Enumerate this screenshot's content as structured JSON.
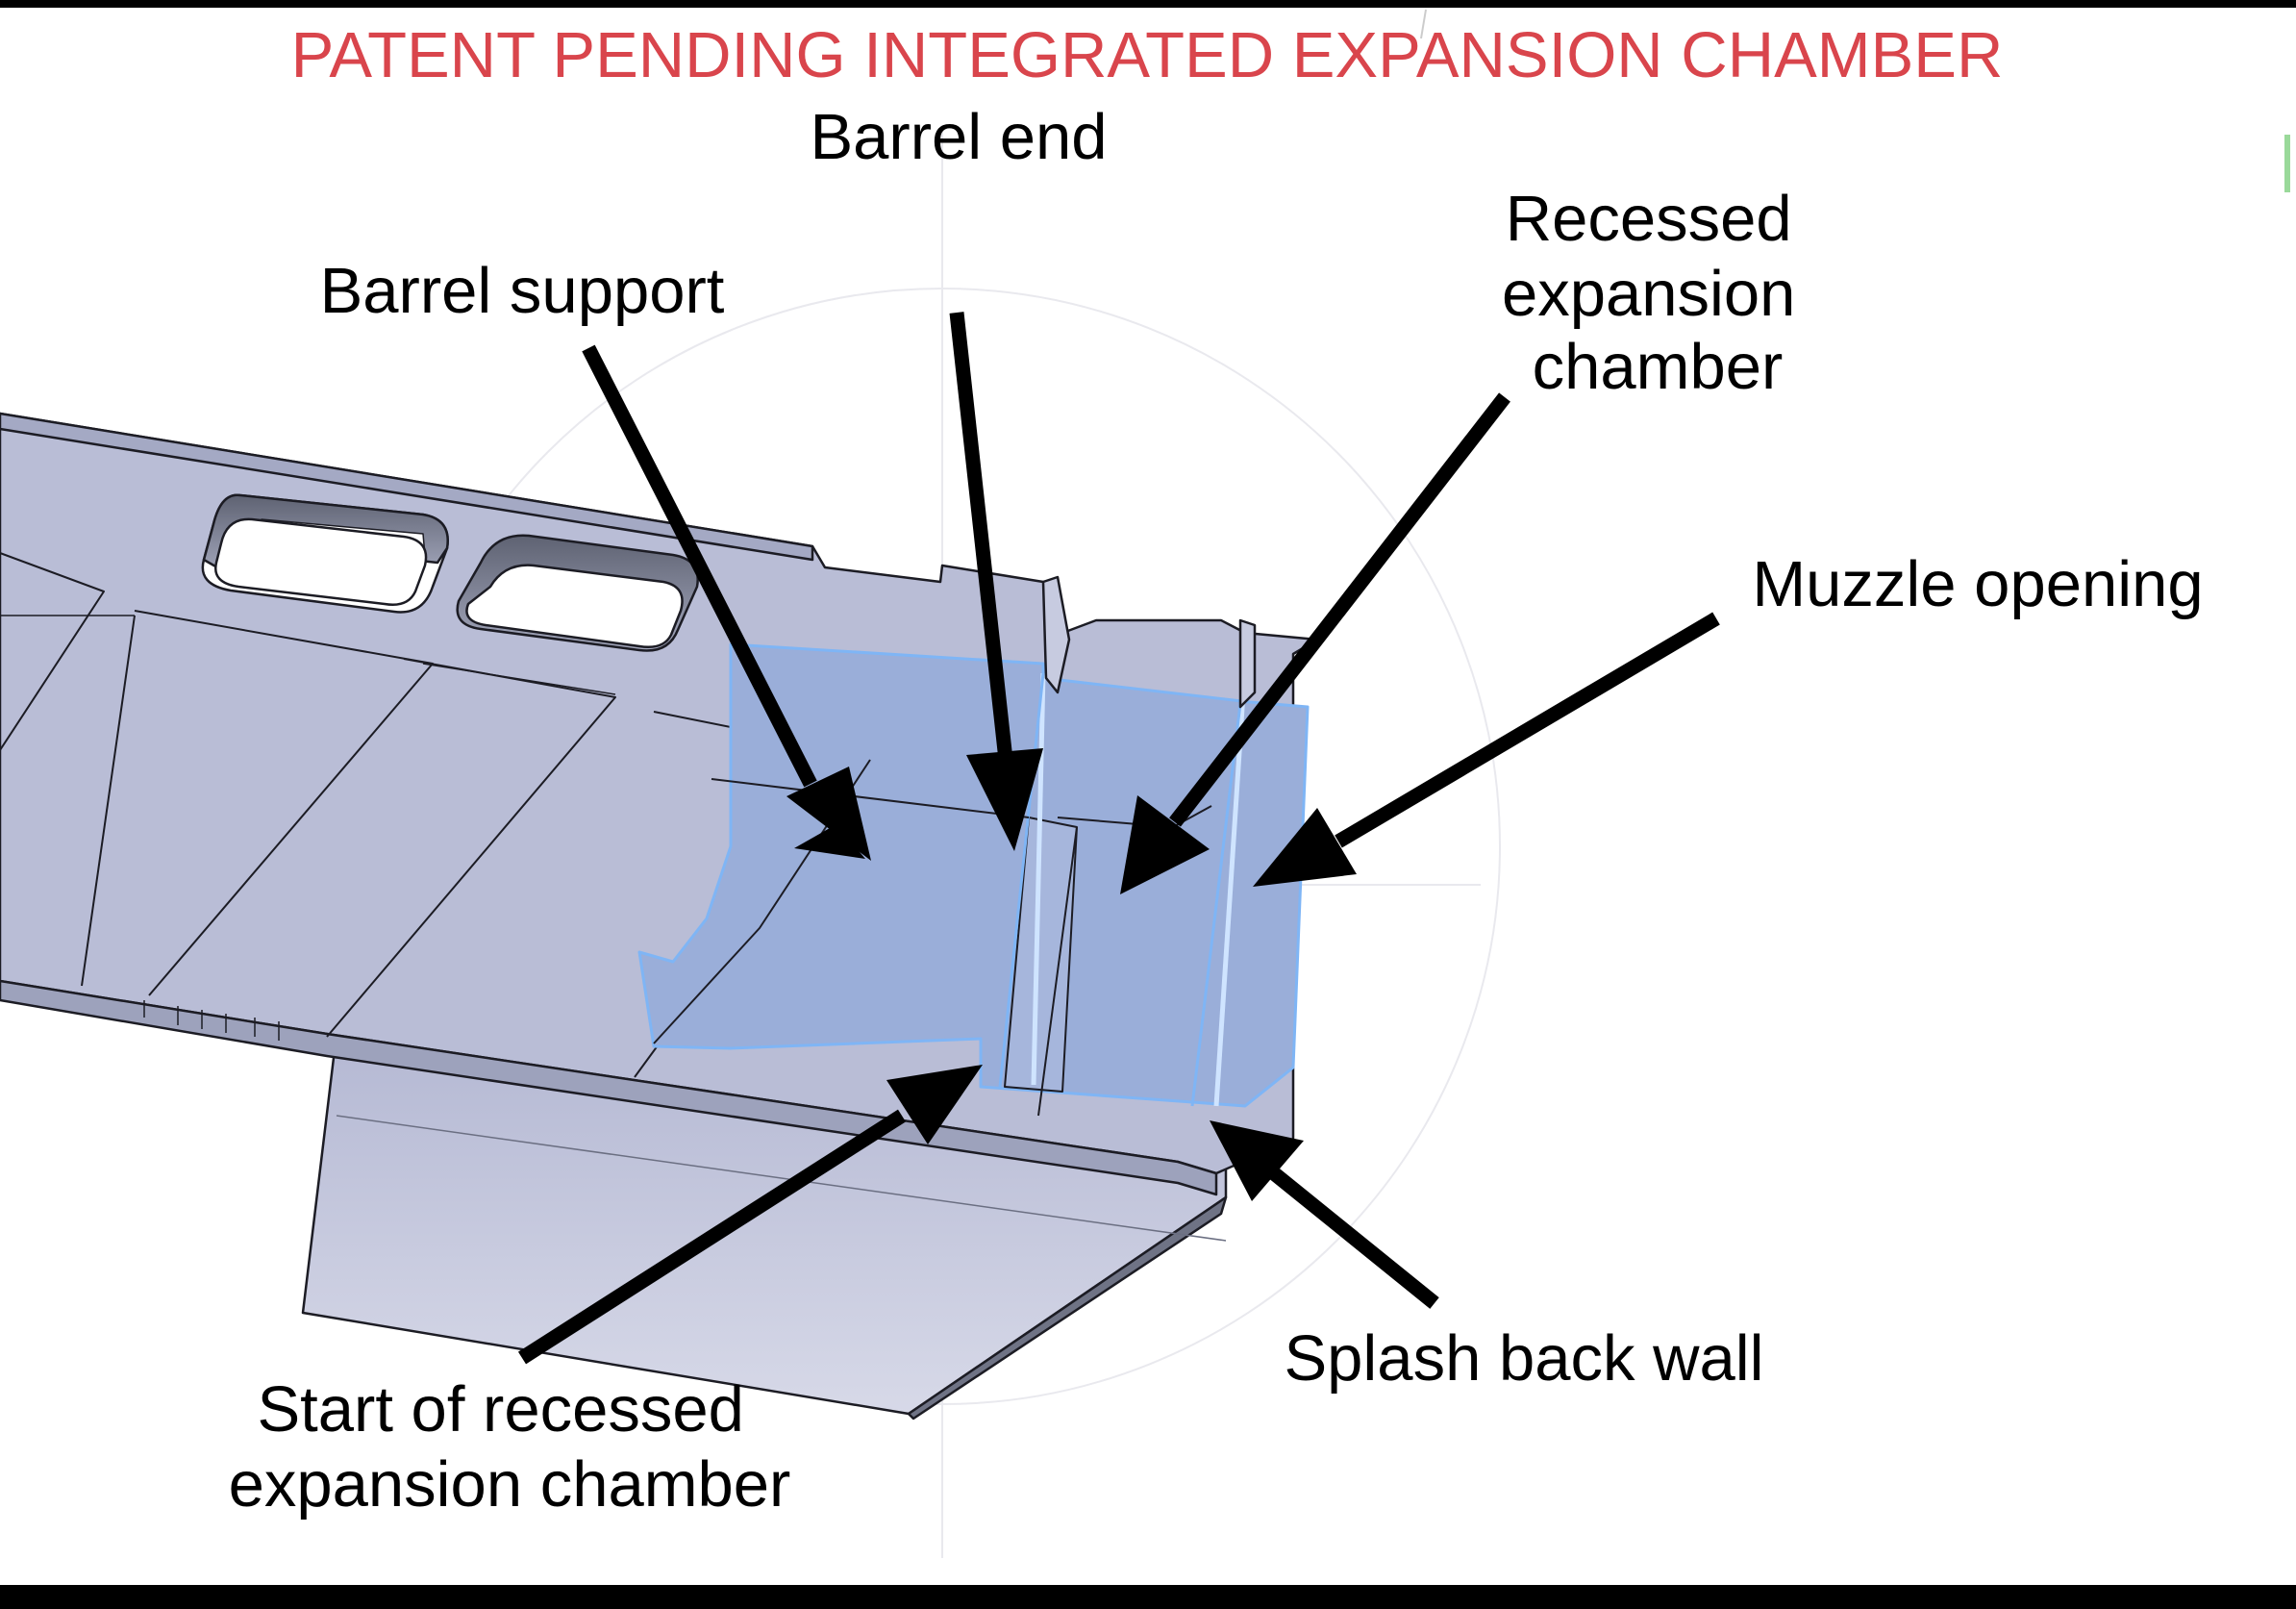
{
  "title": "PATENT PENDING INTEGRATED EXPANSION CHAMBER",
  "labels": {
    "barrel_end": "Barrel end",
    "barrel_support": "Barrel support",
    "recessed_chamber": [
      "Recessed",
      "expansion",
      "chamber"
    ],
    "muzzle_opening": "Muzzle opening",
    "splash_back_wall": "Splash back wall",
    "start_of_chamber": [
      "Start of recessed",
      "expansion chamber"
    ]
  },
  "colors": {
    "title": "#d9454c",
    "label": "#000000",
    "arrow": "#000000",
    "part_fill": "#b9bdd6",
    "part_stroke": "#1c1c24",
    "highlight_fill": "#9aaed9",
    "highlight_edge": "#7fb5f5",
    "background": "#ffffff",
    "frame": "#000000"
  }
}
